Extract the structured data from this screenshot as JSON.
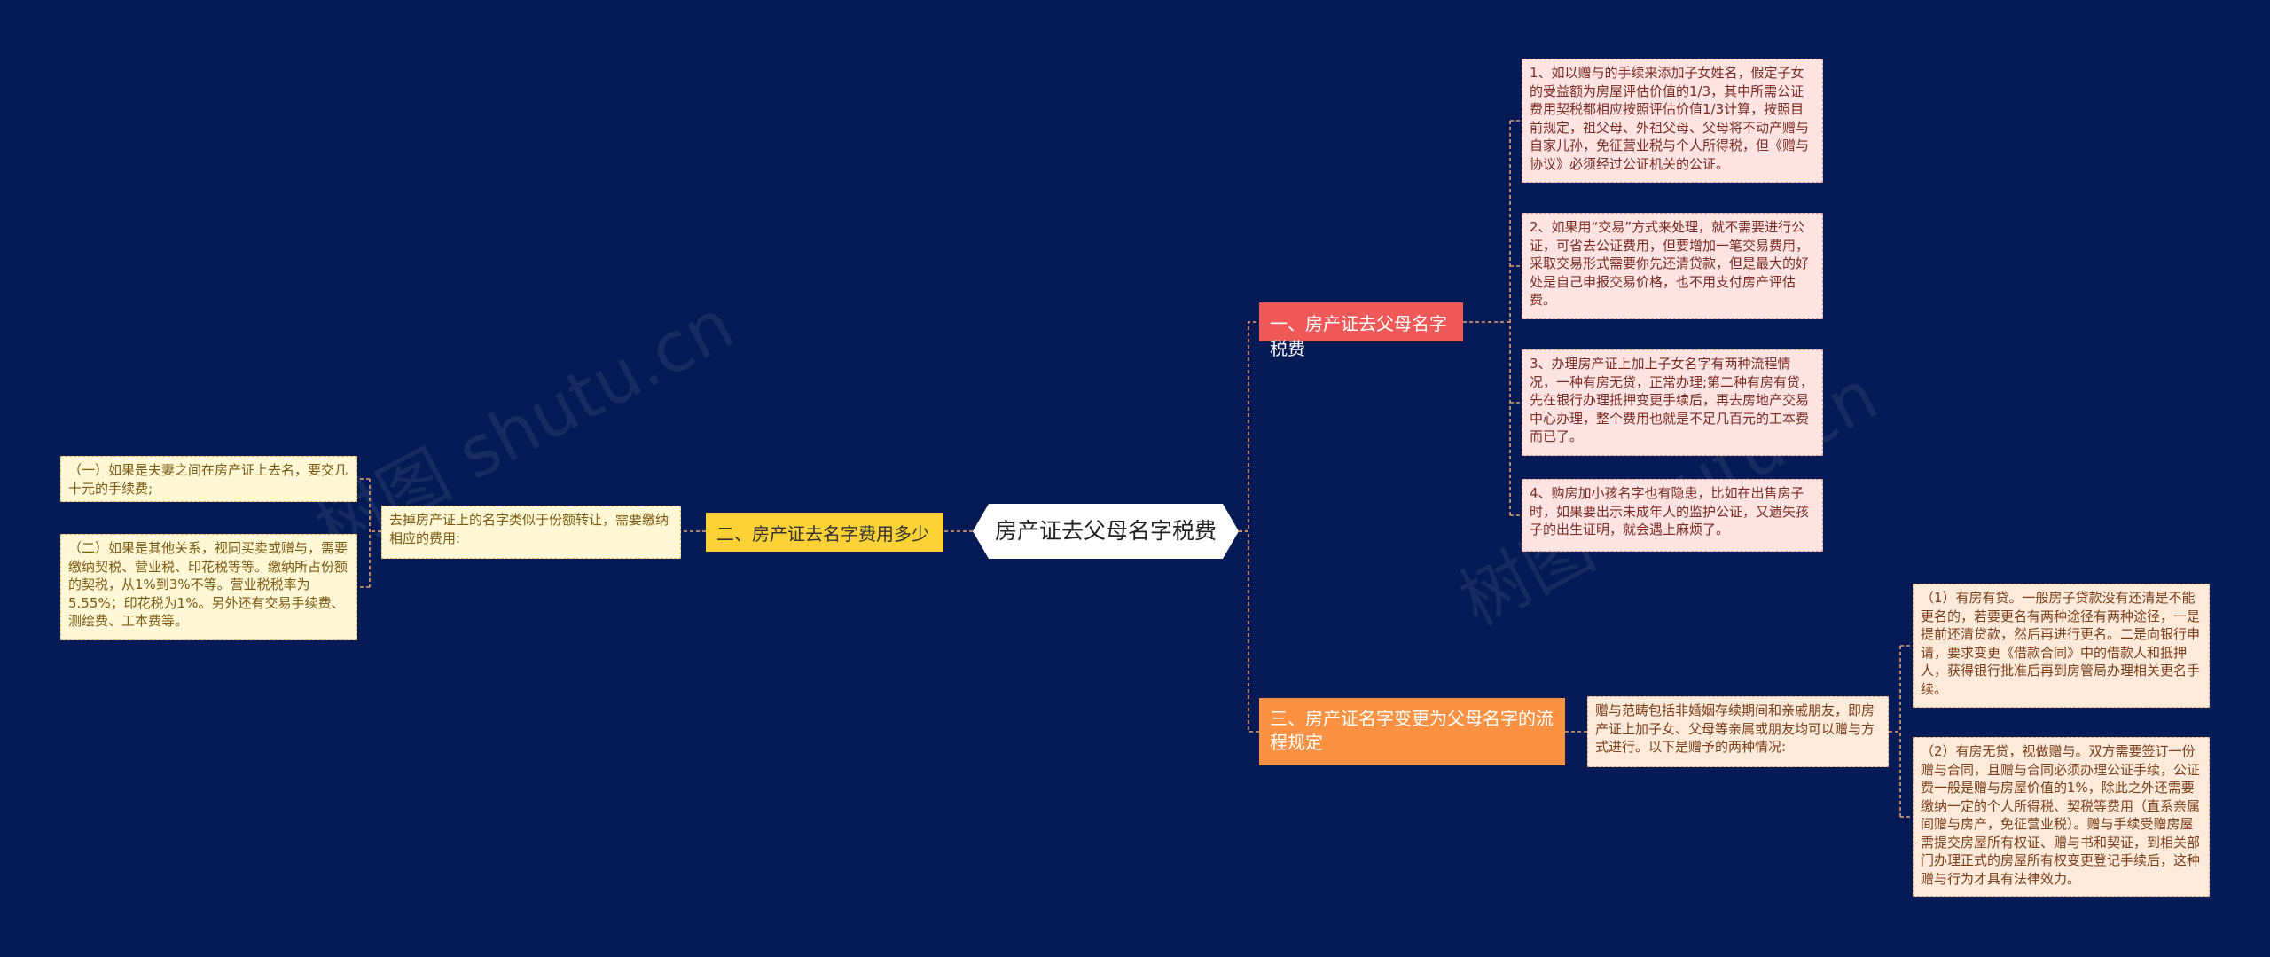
{
  "root": {
    "label": "房产证去父母名字税费"
  },
  "branches": [
    {
      "label": "一、房产证去父母名字税费"
    },
    {
      "label": "二、房产证去名字费用多少"
    },
    {
      "label": "三、房产证名字变更为父母名字的流程规定"
    }
  ],
  "branch1_leaves": [
    "1、如以赠与的手续来添加子女姓名，假定子女的受益额为房屋评估价值的1/3，其中所需公证费用契税都相应按照评估价值1/3计算，按照目前规定，祖父母、外祖父母、父母将不动产赠与自家儿孙，免征营业税与个人所得税，但《赠与协议》必须经过公证机关的公证。",
    "2、如果用“交易”方式来处理，就不需要进行公证，可省去公证费用，但要增加一笔交易费用，采取交易形式需要你先还清贷款，但是最大的好处是自己申报交易价格，也不用支付房产评估费。",
    "3、办理房产证上加上子女名字有两种流程情况，一种有房无贷，正常办理;第二种有房有贷，先在银行办理抵押变更手续后，再去房地产交易中心办理，整个费用也就是不足几百元的工本费而已了。",
    "4、购房加小孩名字也有隐患，比如在出售房子时，如果要出示未成年人的监护公证，又遗失孩子的出生证明，就会遇上麻烦了。"
  ],
  "branch2": {
    "mid": "去掉房产证上的名字类似于份额转让，需要缴纳相应的费用:",
    "leaves": [
      "（一）如果是夫妻之间在房产证上去名，要交几十元的手续费;",
      "（二）如果是其他关系，视同买卖或赠与，需要缴纳契税、营业税、印花税等等。缴纳所占份额的契税，从1%到3%不等。营业税税率为5.55%；印花税为1%。另外还有交易手续费、测绘费、工本费等。"
    ]
  },
  "branch3": {
    "mid": "赠与范畴包括非婚姻存续期间和亲戚朋友，即房产证上加子女、父母等亲属或朋友均可以赠与方式进行。以下是赠予的两种情况:",
    "leaves": [
      "（1）有房有贷。一般房子贷款没有还清是不能更名的，若要更名有两种途径有两种途径，一是提前还清贷款，然后再进行更名。二是向银行申请，要求变更《借款合同》中的借款人和抵押人，获得银行批准后再到房管局办理相关更名手续。",
      "（2）有房无贷，视做赠与。双方需要签订一份赠与合同，且赠与合同必须办理公证手续，公证费一般是赠与房屋价值的1%，除此之外还需要缴纳一定的个人所得税、契税等费用（直系亲属间赠与房产，免征营业税）。赠与手续受赠房屋需提交房屋所有权证、赠与书和契证，到相关部门办理正式的房屋所有权变更登记手续后，这种赠与行为才具有法律效力。"
    ]
  },
  "watermarks": [
    "树图 shutu.cn",
    "树图 shutu.cn"
  ],
  "colors": {
    "background": "#061a55",
    "branch1": "#ef5a59",
    "branch2": "#fcd236",
    "branch3": "#fa9143",
    "connector": "#e8a06a"
  }
}
